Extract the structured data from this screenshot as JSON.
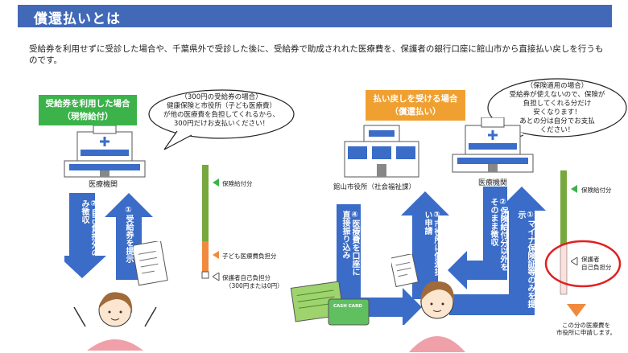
{
  "title": "償還払いとは",
  "intro": "受給券を利用せずに受診した場合や、千葉県外で受診した後に、受給券で助成されれた医療費を、保護者の銀行口座に館山市から直接払い戻しを行うものです。",
  "left": {
    "badge": [
      "受給券を利用した場合",
      "（現物給付）"
    ],
    "bubble": [
      "（300円の受給券の場合）",
      "健康保険と市役所（子ども医療費）",
      "が他の医療費を負担してくれるから、",
      "300円だけお支払いください！"
    ],
    "hospital_label": "医療機関",
    "arrow1": "②自己負担分のみ徴収",
    "arrow2": "①受給券を提示",
    "bar_labels": [
      "保険給付分",
      "子ども医療費負担分",
      "保護者自己負担分",
      "（300円または0円）"
    ]
  },
  "right": {
    "badge": [
      "払い戻しを受ける場合",
      "（償還払い）"
    ],
    "bubble": [
      "（保険適用の場合）",
      "受給券が使えないので、保険が",
      "負担してくれる分だけ",
      "安くなります！",
      "あとの分は自分でお支払",
      "ください！"
    ],
    "cityhall_label": "館山市役所（社会福祉課）",
    "hospital_label": "医療機関",
    "arrow1": "①マイナ保険証等のみを提示",
    "arrow2": "②保険給付分以外をそのまま徴収",
    "arrow3": "③市役所に償還払い申請",
    "arrow4": "④医療費を口座に直接振り込み",
    "bar_labels": [
      "保険給付分",
      "保護者",
      "自己負担分"
    ],
    "note": [
      "この分の医療費を",
      "市役所に申請します。"
    ],
    "card_text": "CASH CARD"
  },
  "colors": {
    "title_bg": "#4169b8",
    "green": "#3cb34a",
    "orange": "#f0a030",
    "blue": "#3a6cc8",
    "red": "#e02020"
  }
}
